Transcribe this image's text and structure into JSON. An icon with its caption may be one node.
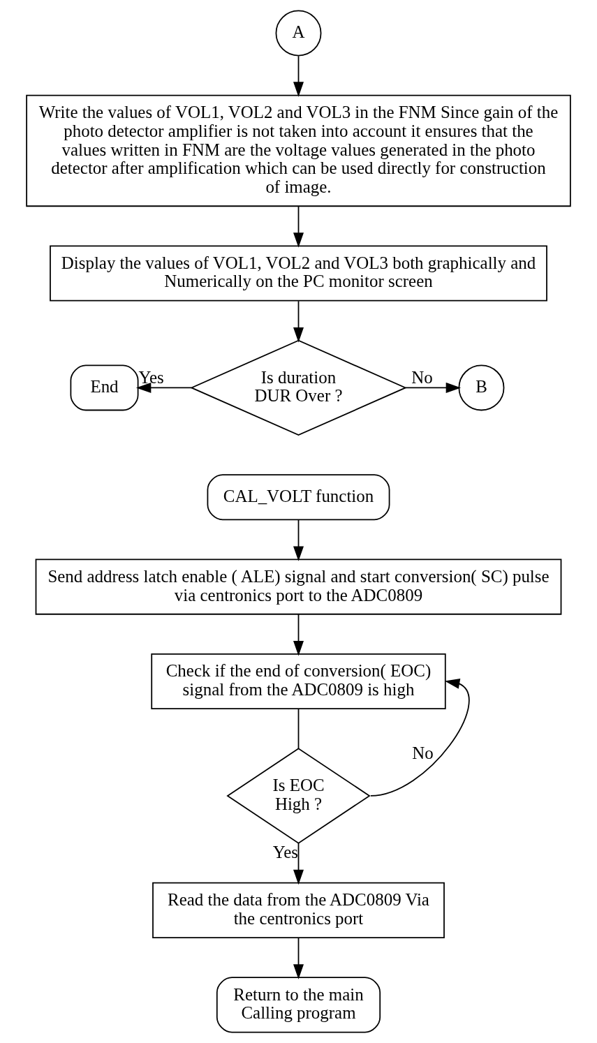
{
  "diagram": {
    "nodes": [
      {
        "text": [
          "A"
        ]
      },
      {
        "text": [
          "Write the values of VOL1, VOL2 and VOL3 in the FNM Since gain of the photo detector amplifier is not taken into account it ensures that the values written in FNM are the voltage values generated in the photo detector after amplification which can be used directly for construction of image."
        ]
      },
      {
        "text": [
          "Display the values of VOL1, VOL2 and VOL3 both graphically and Numerically on the PC monitor screen"
        ]
      },
      {
        "text": [
          "Is duration DUR Over ?"
        ]
      },
      {
        "text": [
          "End"
        ]
      },
      {
        "text": [
          "B"
        ]
      },
      {
        "text": [
          "CAL_VOLT function"
        ]
      },
      {
        "text": [
          "Send address latch enable ( ALE) signal and start conversion( SC) pulse via centronics port to the ADC0809"
        ]
      },
      {
        "text": [
          "Check if the end of conversion( EOC) signal from the ADC0809 is high"
        ]
      },
      {
        "text": [
          "Is EOC High ?"
        ]
      },
      {
        "text": [
          "Read the data from the ADC0809 Via the centronics port"
        ]
      },
      {
        "text": [
          "Return to the main Calling program"
        ]
      }
    ],
    "edges": [
      {
        "from": 0,
        "to": 1,
        "arrow": "to"
      },
      {
        "from": 1,
        "to": 2,
        "arrow": "to"
      },
      {
        "from": 2,
        "to": 3,
        "arrow": "to"
      },
      {
        "from": 3,
        "to": 4,
        "arrow": "to",
        "label": "Yes"
      },
      {
        "from": 3,
        "to": 5,
        "arrow": "to",
        "label": "No"
      },
      {
        "from": 6,
        "to": 7,
        "arrow": "to"
      },
      {
        "from": 7,
        "to": 8,
        "arrow": "to"
      },
      {
        "from": 8,
        "to": 9,
        "arrow": "none"
      },
      {
        "from": 9,
        "to": 8,
        "arrow": "to",
        "label": "No"
      },
      {
        "from": 9,
        "to": 10,
        "arrow": "to",
        "label": "Yes"
      },
      {
        "from": 10,
        "to": 11,
        "arrow": "to"
      }
    ]
  }
}
